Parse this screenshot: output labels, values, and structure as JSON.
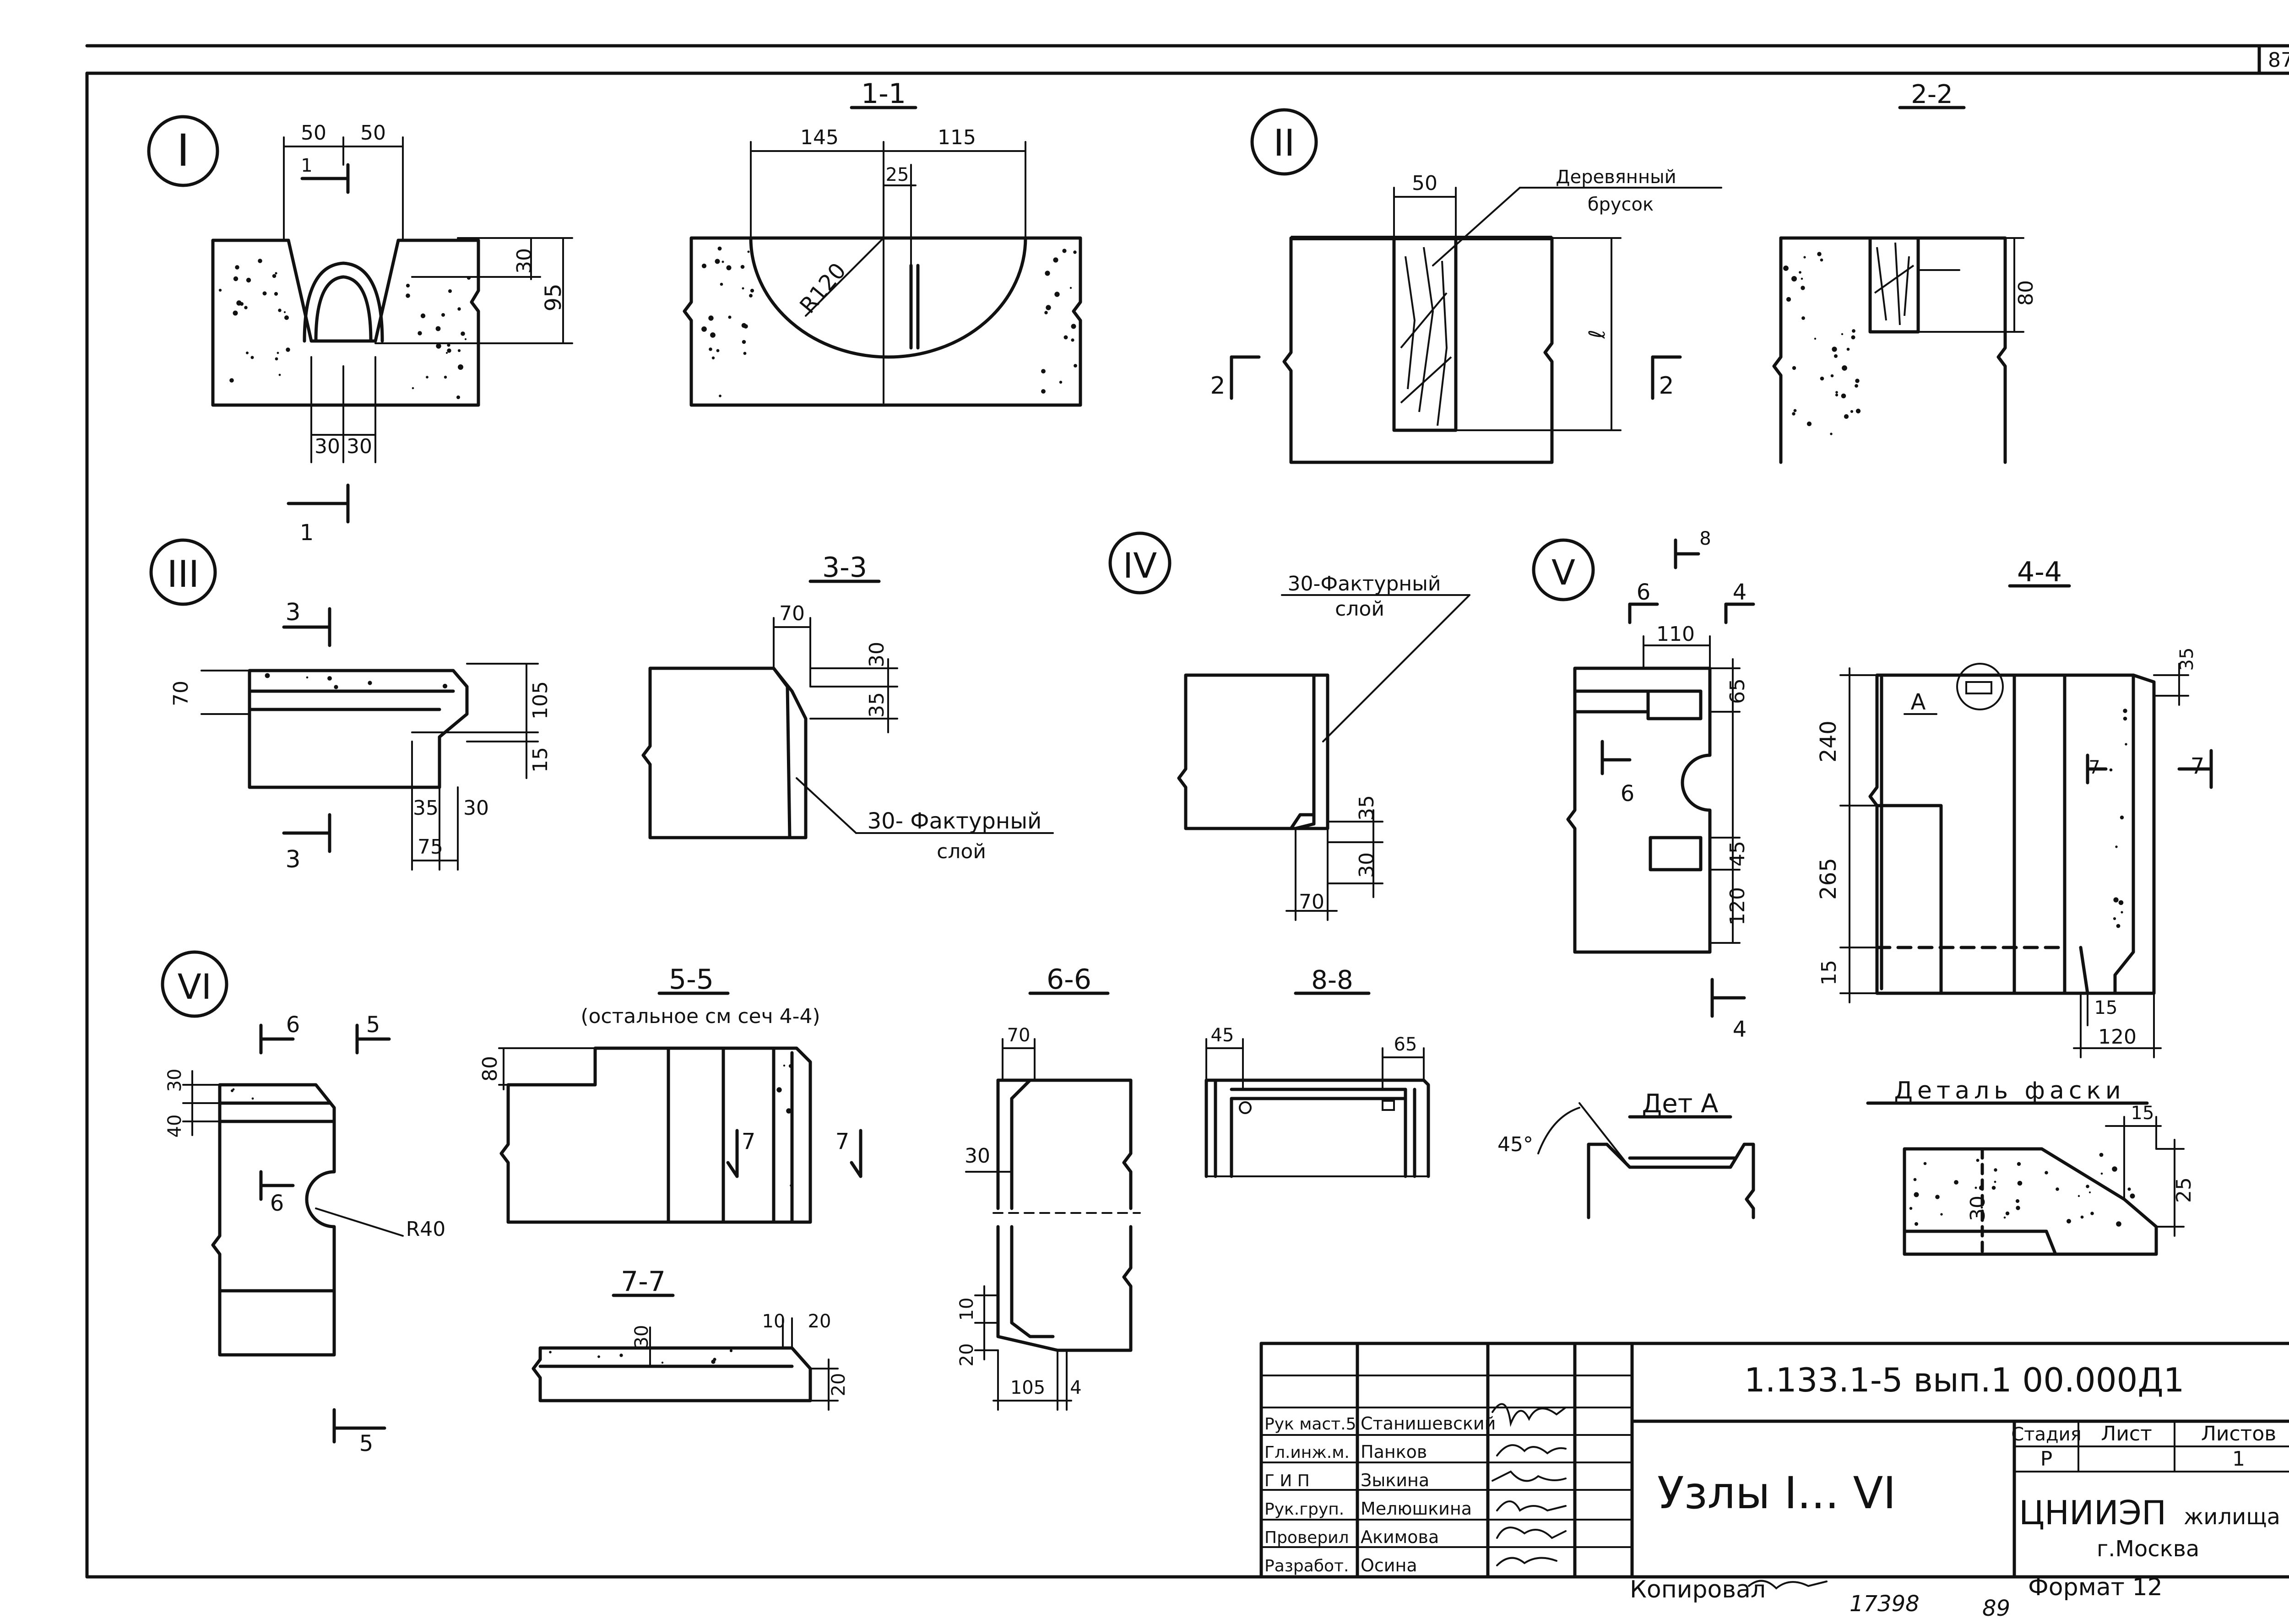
{
  "sheet": {
    "sheet_number": "87",
    "format_note": "Формат 12",
    "copied_note": "Копировал",
    "copied_number": "17398",
    "copied_suffix": "89"
  },
  "nodes": {
    "node_I": {
      "marker": "I",
      "dims_top": [
        "50",
        "50"
      ],
      "dims_side": [
        "30",
        "95"
      ],
      "dims_bottom": [
        "30",
        "30"
      ],
      "section_mark": "1"
    },
    "section_1_1": {
      "title": "1-1",
      "dims": [
        "145",
        "115",
        "25"
      ],
      "radius": "R120"
    },
    "node_II": {
      "marker": "II",
      "dim_width": "50",
      "label_line1": "Деревянный",
      "label_line2": "брусок",
      "dim_length": "ℓ",
      "section_mark": "2"
    },
    "section_2_2": {
      "title": "2-2",
      "dim": "80"
    },
    "node_III": {
      "marker": "III",
      "dims": [
        "70",
        "105",
        "15",
        "35",
        "30",
        "75"
      ],
      "section_mark": "3"
    },
    "section_3_3": {
      "title": "3-3",
      "dims": [
        "70",
        "30",
        "35"
      ],
      "label_line1": "30- Фактурный",
      "label_line2": "слой"
    },
    "node_IV": {
      "marker": "IV",
      "label_line1": "30-Фактурный",
      "label_line2": "слой",
      "dims": [
        "35",
        "30",
        "70"
      ]
    },
    "node_V": {
      "marker": "V",
      "dims": [
        "110",
        "65",
        "45",
        "120"
      ],
      "section_marks": [
        "8",
        "6",
        "4"
      ]
    },
    "section_4_4": {
      "title": "4-4",
      "dims": [
        "240",
        "265",
        "15",
        "35",
        "120",
        "15"
      ],
      "callout": "А",
      "section_mark": "7"
    },
    "node_VI": {
      "marker": "VI",
      "dims": [
        "30",
        "40"
      ],
      "radius": "R40",
      "section_marks": [
        "6",
        "5"
      ]
    },
    "section_5_5": {
      "title": "5-5",
      "subtitle": "(остальное см сеч 4-4)",
      "dim": "80",
      "section_mark": "7"
    },
    "section_6_6": {
      "title": "6-6",
      "dims": [
        "70",
        "30",
        "10",
        "20",
        "105",
        "4"
      ]
    },
    "section_7_7": {
      "title": "7-7",
      "dims": [
        "30",
        "10",
        "20",
        "20"
      ]
    },
    "section_8_8": {
      "title": "8-8",
      "dims": [
        "45",
        "65"
      ]
    },
    "detail_A": {
      "title": "Дет А",
      "angle": "45°"
    },
    "detail_chamfer": {
      "title": "Деталь фаски",
      "dims": [
        "15",
        "30",
        "25"
      ]
    }
  },
  "title_block": {
    "designation": "1.133.1-5 вып.1 00.000Д1",
    "drawing_title": "Узлы I... VI",
    "roles": [
      {
        "role": "Рук маст.5",
        "name": "Станишевский"
      },
      {
        "role": "Гл.инж.м.",
        "name": "Панков"
      },
      {
        "role": "Г И П",
        "name": "Зыкина"
      },
      {
        "role": "Рук.груп.",
        "name": "Мелюшкина"
      },
      {
        "role": "Проверил",
        "name": "Акимова"
      },
      {
        "role": "Разработ.",
        "name": "Осина"
      }
    ],
    "stage_header": "Стадия",
    "sheet_header": "Лист",
    "sheets_header": "Листов",
    "stage": "Р",
    "sheet": "",
    "sheets": "1",
    "organization": "ЦНИИЭП",
    "organization_suffix": "жилища",
    "city": "г.Москва"
  }
}
